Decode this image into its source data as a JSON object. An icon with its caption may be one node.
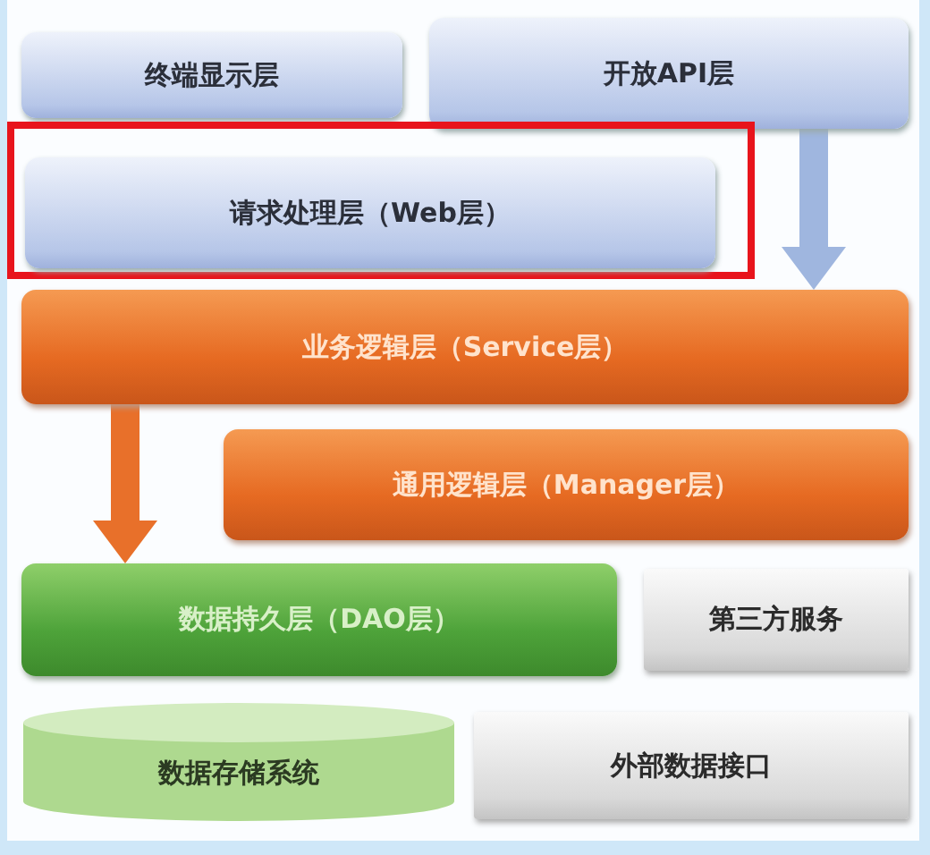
{
  "diagram": {
    "nodes": [
      {
        "text": [
          "终端显示层"
        ]
      },
      {
        "text": [
          "开放API层"
        ]
      },
      {
        "text": [],
        "shape": "box"
      },
      {
        "text": [
          "请求处理层（Web层）"
        ],
        "in": 2
      },
      {
        "text": [
          "业务逻辑层（Service层）"
        ]
      },
      {
        "text": [
          "通用逻辑层（Manager层）"
        ]
      },
      {
        "text": [
          "数据持久层（DAO层）"
        ]
      },
      {
        "text": [
          "第三方服务"
        ]
      },
      {
        "text": [
          "数据存储系统"
        ]
      },
      {
        "text": [
          "外部数据接口"
        ]
      }
    ],
    "edges": [
      {
        "from": 1,
        "to": 4,
        "arrow": "to",
        "color": "#9fb6df"
      },
      {
        "from": 4,
        "to": 6,
        "arrow": "to",
        "color": "#e8702a"
      }
    ]
  }
}
